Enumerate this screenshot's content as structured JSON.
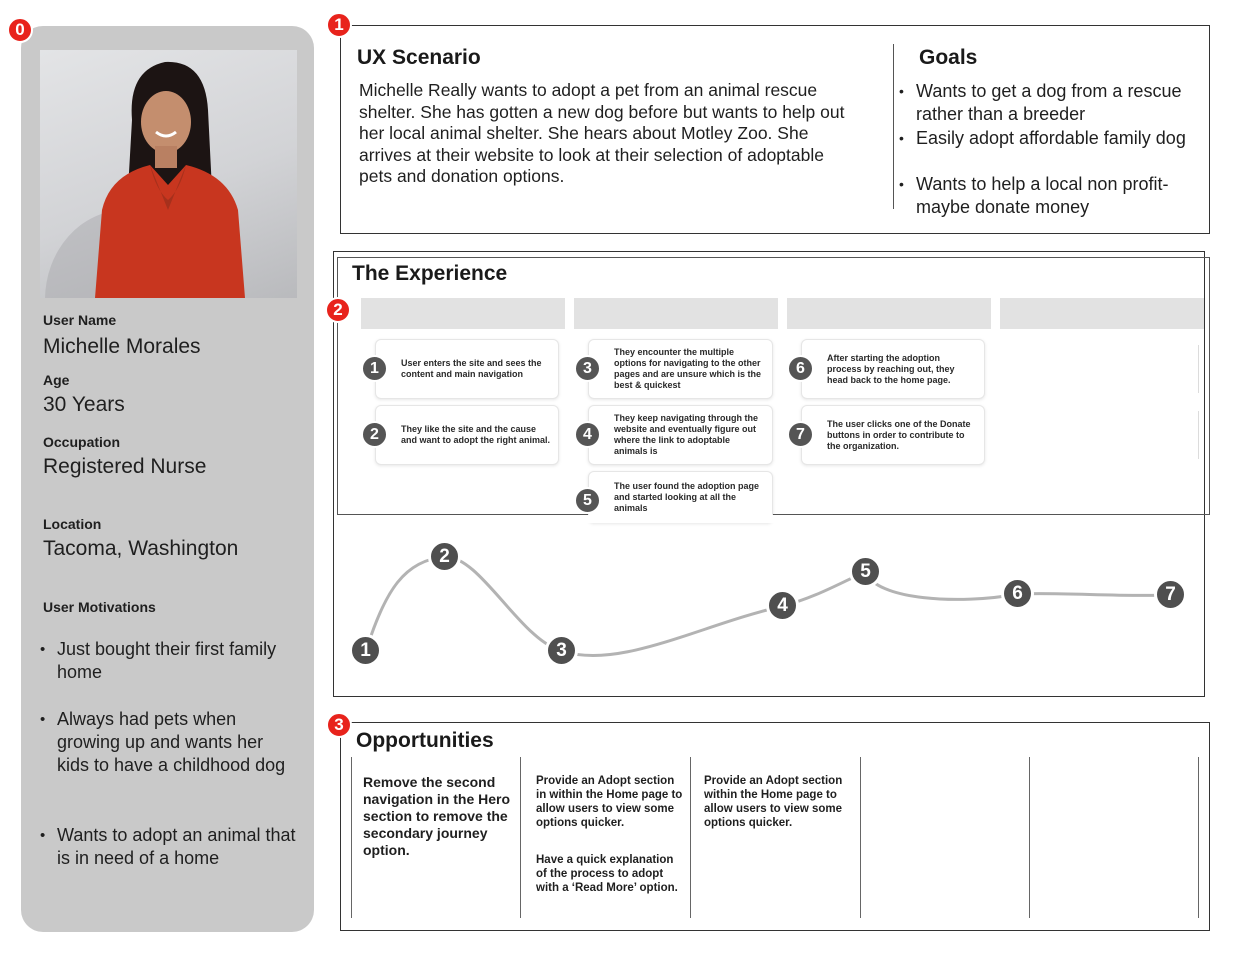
{
  "markers": [
    "0",
    "1",
    "2",
    "3"
  ],
  "persona": {
    "photo_alt": "photo",
    "user_name_label": "User Name",
    "user_name": "Michelle Morales",
    "age_label": "Age",
    "age": "30 Years",
    "occupation_label": "Occupation",
    "occupation": "Registered Nurse",
    "location_label": "Location",
    "location": "Tacoma, Washington",
    "motivations_label": "User Motivations",
    "motivations": [
      "Just bought their first family home",
      "Always had pets when growing up and wants her kids to have a childhood dog",
      "Wants to adopt an animal that is in need of a home"
    ]
  },
  "scenario": {
    "title": "UX Scenario",
    "text": "Michelle Really wants to adopt a pet from an animal rescue shelter. She has gotten a new dog before but wants to help out her local animal shelter. She hears about Motley Zoo. She arrives at their website to look at their selection of adoptable pets and donation options."
  },
  "goals": {
    "title": "Goals",
    "items": [
      "Wants to get a dog from a rescue rather than a breeder",
      "Easily adopt affordable family dog",
      "Wants to help a local non profit- maybe donate money"
    ]
  },
  "experience": {
    "title": "The Experience",
    "steps": [
      {
        "num": "1",
        "text": "User enters the site and sees the content and main navigation"
      },
      {
        "num": "2",
        "text": "They like the site and the cause and want to adopt the right animal."
      },
      {
        "num": "3",
        "text": "They encounter the multiple options for navigating to the other pages and are unsure which is the best & quickest"
      },
      {
        "num": "4",
        "text": "They keep navigating through the website and eventually figure out where the link to adoptable animals is"
      },
      {
        "num": "5",
        "text": "The user found the adoption page and started looking at all the animals"
      },
      {
        "num": "6",
        "text": "After starting the adoption process by reaching out, they head back to the home page."
      },
      {
        "num": "7",
        "text": "The user clicks one of the Donate buttons in order to contribute to the organization."
      }
    ],
    "journey": {
      "nodes": [
        "1",
        "2",
        "3",
        "4",
        "5",
        "6",
        "7"
      ],
      "line_color": "#b3b3b3",
      "node_color": "#4f4f4f"
    }
  },
  "opportunities": {
    "title": "Opportunities",
    "col1": "Remove the second navigation in the Hero section to remove the secondary journey option.",
    "col2a": "Provide an Adopt section in within the Home page to allow users to view some options quicker.",
    "col2b": "Have a quick explanation of the process to adopt with a ‘Read More’ option.",
    "col3": "Provide an Adopt section within the Home page to allow users to view some options quicker."
  },
  "colors": {
    "marker": "#e8231c",
    "panel": "#c9c9c9",
    "stage_header": "#e2e2e2",
    "badge": "#555555"
  }
}
